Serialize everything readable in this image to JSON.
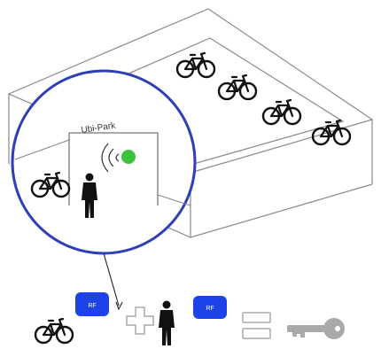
{
  "enclosure": {
    "sign_label": "Ubi-Park",
    "indicator_color": "#39c23a"
  },
  "equation": {
    "rf_tag_bike_label": "RF",
    "rf_tag_person_label": "RF",
    "plus_symbol": "+",
    "equals_symbol": "=",
    "tag_color": "#1d43e8",
    "key_color": "#a9a9a9",
    "circle_color": "#2f3fb8"
  },
  "icons": [
    "bicycle-icon",
    "person-icon",
    "rf-tag-icon",
    "plus-icon",
    "equals-icon",
    "key-icon",
    "signal-waves-icon"
  ]
}
